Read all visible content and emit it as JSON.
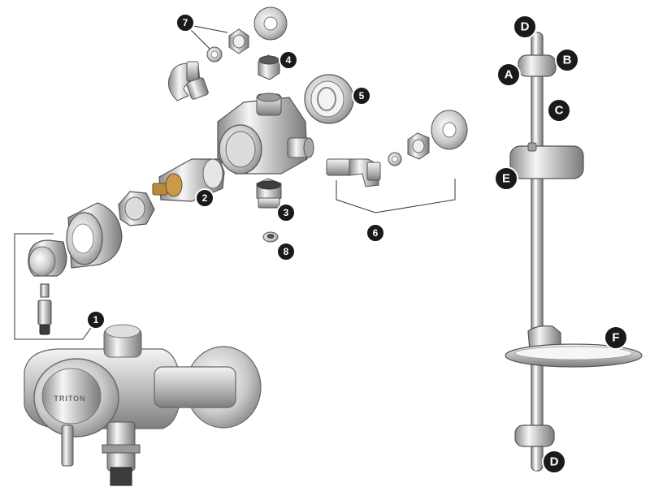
{
  "colors": {
    "badge_fill": "#1a1a1a",
    "badge_stroke": "#ffffff",
    "line": "#333333",
    "chrome_light": "#f4f4f4",
    "chrome_mid": "#c8c8c8",
    "chrome_dark": "#8a8a8a"
  },
  "valve_labels": {
    "p1": "1",
    "p2": "2",
    "p3": "3",
    "p4": "4",
    "p5": "5",
    "p6": "6",
    "p7": "7",
    "p8": "8"
  },
  "rail_labels": {
    "a": "A",
    "b": "B",
    "c": "C",
    "d_top": "D",
    "d_bottom": "D",
    "e": "E",
    "f": "F"
  },
  "brand": "TRITON"
}
